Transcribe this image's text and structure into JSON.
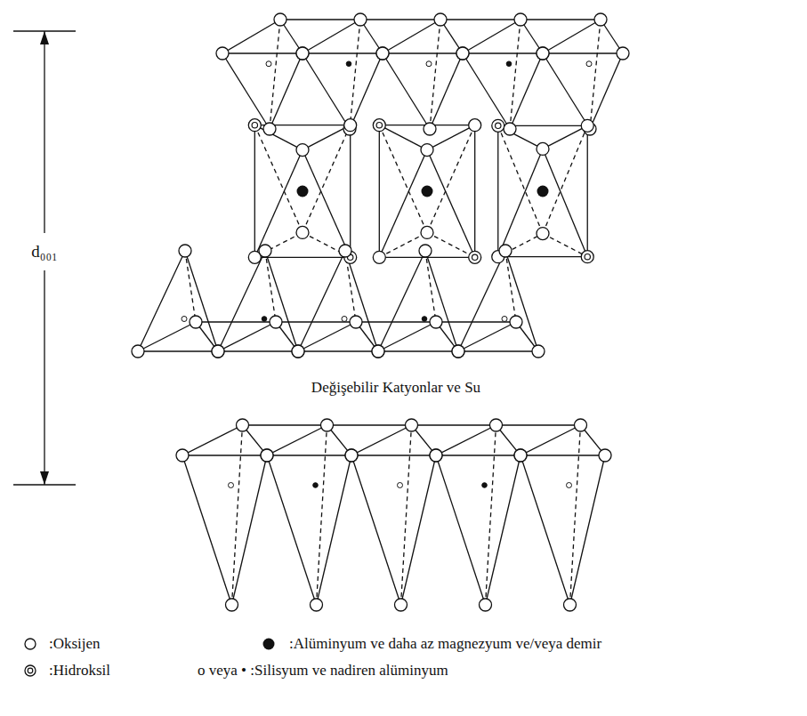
{
  "diagram": {
    "labels": [
      "d₀₀₁",
      "Değişebilir Katyonlar ve Su"
    ],
    "legend": [
      {
        "text": ":Oksijen"
      },
      {
        "text": ":Alüminyum ve daha az magnezyum ve/veya demir"
      },
      {
        "text": ":Hidroksil"
      },
      {
        "text": "o veya • :Silisyum ve nadiren alüminyum"
      }
    ]
  }
}
